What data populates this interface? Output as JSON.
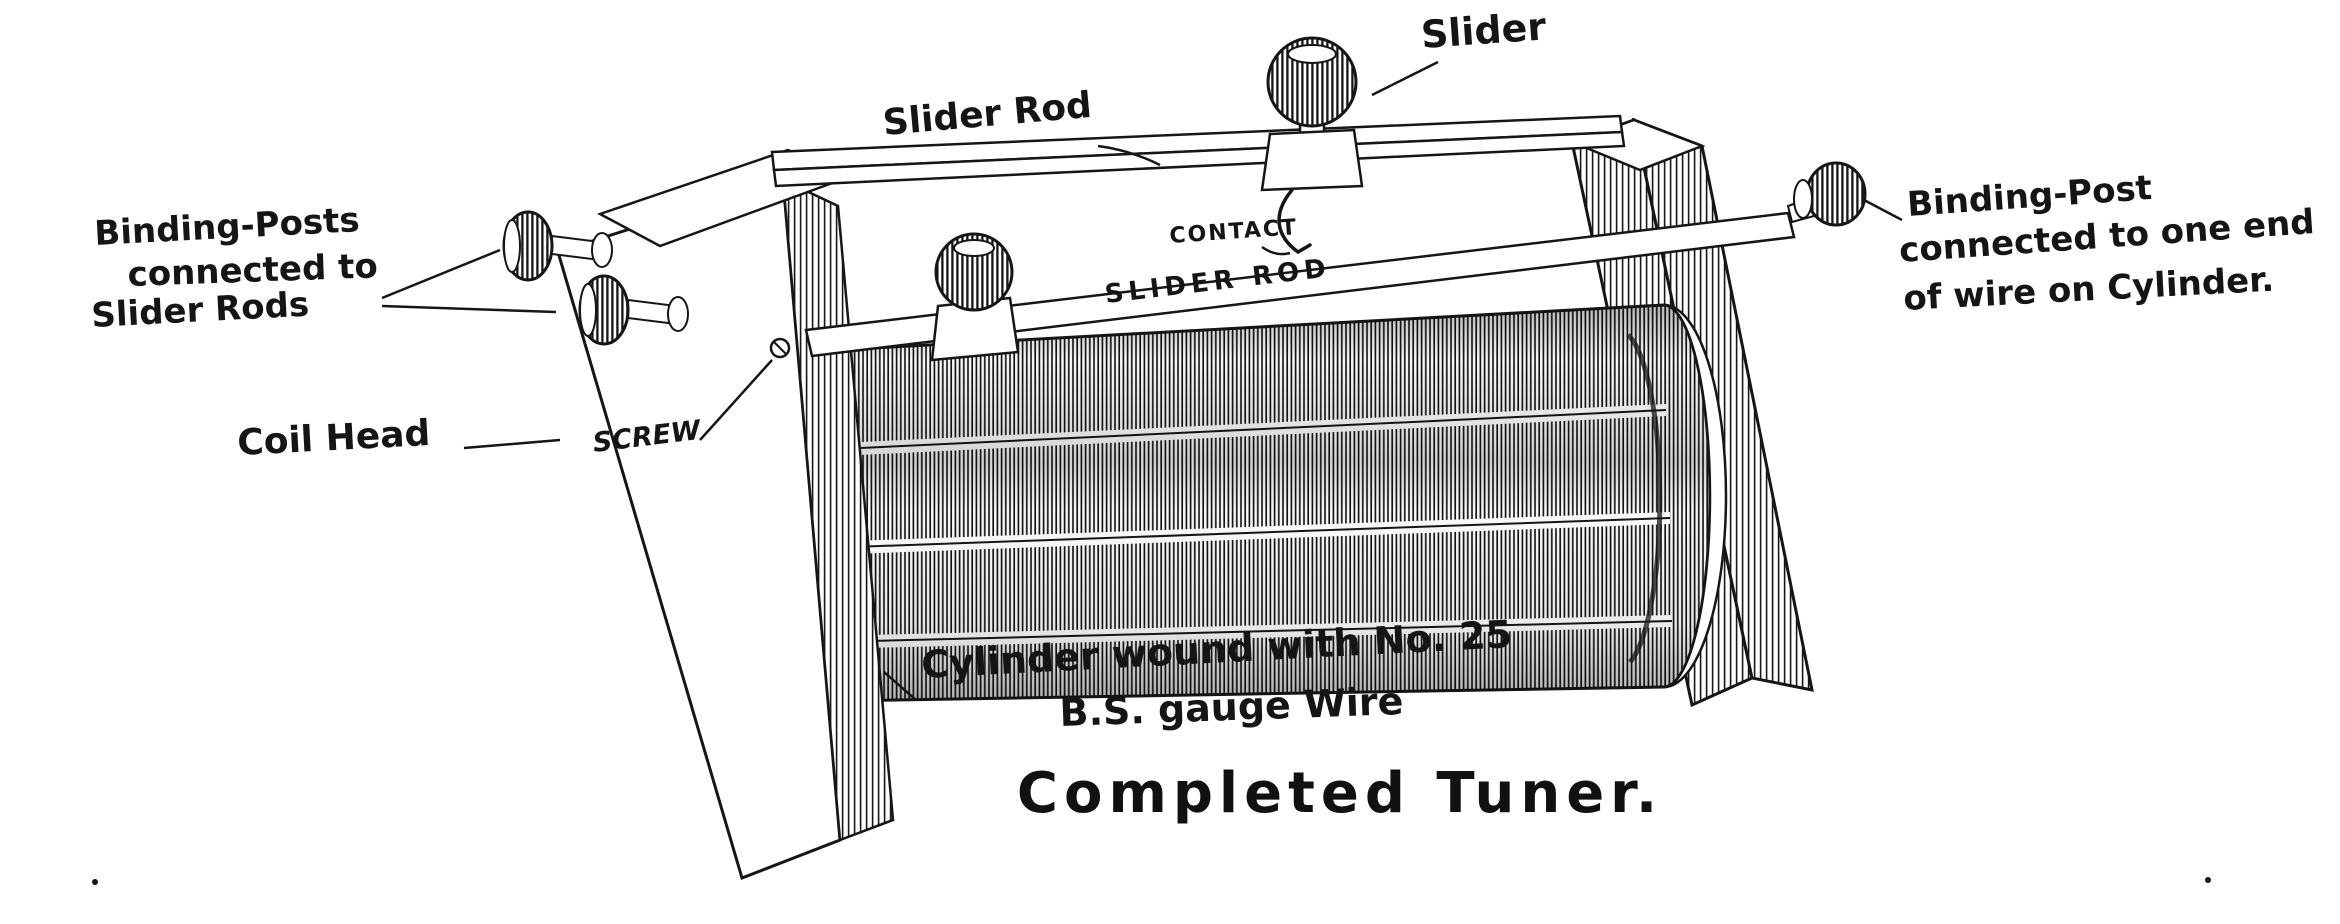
{
  "figure": {
    "title": "Completed Tuner.",
    "colors": {
      "ink": "#151515",
      "paper": "#ffffff"
    },
    "labels": {
      "slider": "Slider",
      "slider_rod": "Slider Rod",
      "binding_posts_left": [
        "Binding-Posts",
        "connected to",
        "Slider Rods"
      ],
      "binding_post_right": [
        "Binding-Post",
        "connected to one end",
        "of wire on Cylinder."
      ],
      "coil_head": "Coil Head",
      "screw": "SCREW",
      "contact": "CONTACT",
      "slider_rod_device": "SLIDER ROD",
      "cylinder_note": [
        "Cylinder wound with No. 25",
        "B.S. gauge Wire"
      ]
    }
  }
}
